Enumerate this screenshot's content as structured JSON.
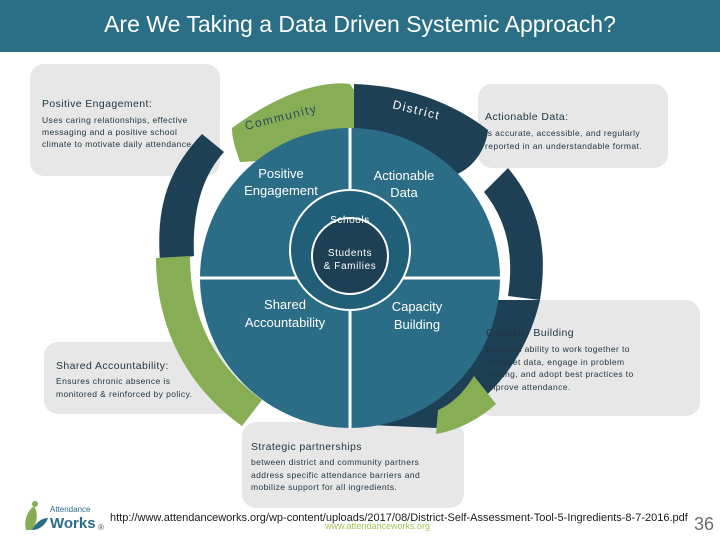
{
  "title": "Are We Taking a Data Driven Systemic Approach?",
  "cards": {
    "positive": {
      "heading": "Positive Engagement:",
      "lines": [
        "Uses caring relationships, effective",
        "messaging and a positive school",
        "climate to motivate daily attendance."
      ]
    },
    "actionable": {
      "heading": "Actionable Data:",
      "lines": [
        "Is accurate, accessible, and regularly",
        "reported in an understandable format."
      ]
    },
    "capacity": {
      "heading": "Capacity Building",
      "lines": [
        "Expands ability to work together to",
        "interpret data, engage in problem",
        "solving, and adopt best practices to",
        "improve attendance."
      ]
    },
    "shared": {
      "heading": "Shared Accountability:",
      "lines": [
        "Ensures chronic absence is",
        "monitored & reinforced by policy."
      ]
    },
    "strategic": {
      "heading": "Strategic partnerships",
      "lines": [
        "between district and community partners",
        "address specific attendance barriers and",
        "mobilize support for all ingredients."
      ]
    }
  },
  "wheel": {
    "ring_community": "Community",
    "ring_district": "District",
    "q_positive": [
      "Positive",
      "Engagement"
    ],
    "q_actionable": [
      "Actionable",
      "Data"
    ],
    "q_shared": [
      "Shared",
      "Accountability"
    ],
    "q_capacity": [
      "Capacity",
      "Building"
    ],
    "schools": "Schools",
    "students": [
      "Students",
      "& Families"
    ]
  },
  "footer": {
    "url": "http://www.attendanceworks.org/wp-content/uploads/2017/08/District-Self-Assessment-Tool-5-Ingredients-8-7-2016.pdf",
    "watermark": "www.attendanceworks.org",
    "page": "36",
    "logo_top": "Attendance",
    "logo_bottom": "Works",
    "logo_mark": "®"
  },
  "colors": {
    "dark_navy": "#1e4055",
    "mid_blue": "#215f78",
    "teal": "#2b6c87",
    "green": "#87ad55",
    "card_gray": "#e7e7e7",
    "title_bar": "#2a6f85"
  }
}
